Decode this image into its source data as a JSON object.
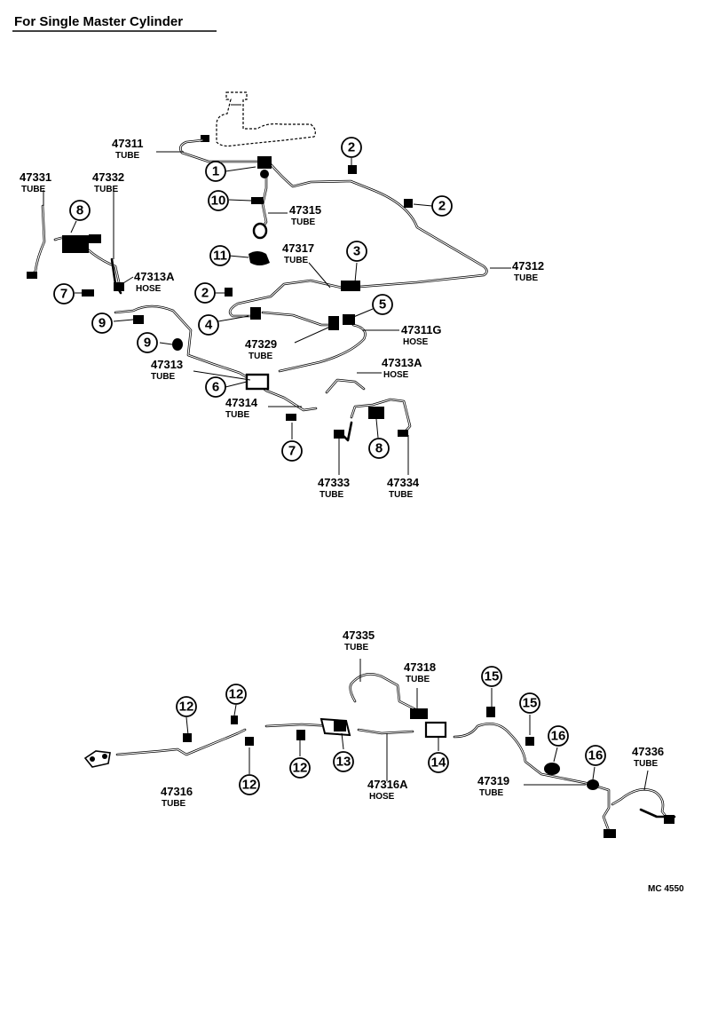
{
  "heading": "For Single Master Cylinder",
  "diagram_code": "MC 4550",
  "callouts": [
    "1",
    "2",
    "2",
    "2",
    "3",
    "4",
    "5",
    "6",
    "7",
    "7",
    "8",
    "8",
    "9",
    "9",
    "10",
    "11",
    "12",
    "12",
    "12",
    "12",
    "13",
    "14",
    "15",
    "15",
    "16",
    "16"
  ],
  "parts": [
    {
      "number": "47311",
      "type": "TUBE"
    },
    {
      "number": "47331",
      "type": "TUBE"
    },
    {
      "number": "47332",
      "type": "TUBE"
    },
    {
      "number": "47315",
      "type": "TUBE"
    },
    {
      "number": "47317",
      "type": "TUBE"
    },
    {
      "number": "47312",
      "type": "TUBE"
    },
    {
      "number": "47313A",
      "type": "HOSE"
    },
    {
      "number": "47311G",
      "type": "HOSE"
    },
    {
      "number": "47329",
      "type": "TUBE"
    },
    {
      "number": "47313",
      "type": "TUBE"
    },
    {
      "number": "47313A",
      "type": "HOSE"
    },
    {
      "number": "47314",
      "type": "TUBE"
    },
    {
      "number": "47333",
      "type": "TUBE"
    },
    {
      "number": "47334",
      "type": "TUBE"
    },
    {
      "number": "47335",
      "type": "TUBE"
    },
    {
      "number": "47318",
      "type": "TUBE"
    },
    {
      "number": "47316",
      "type": "TUBE"
    },
    {
      "number": "47316A",
      "type": "HOSE"
    },
    {
      "number": "47319",
      "type": "TUBE"
    },
    {
      "number": "47336",
      "type": "TUBE"
    }
  ]
}
